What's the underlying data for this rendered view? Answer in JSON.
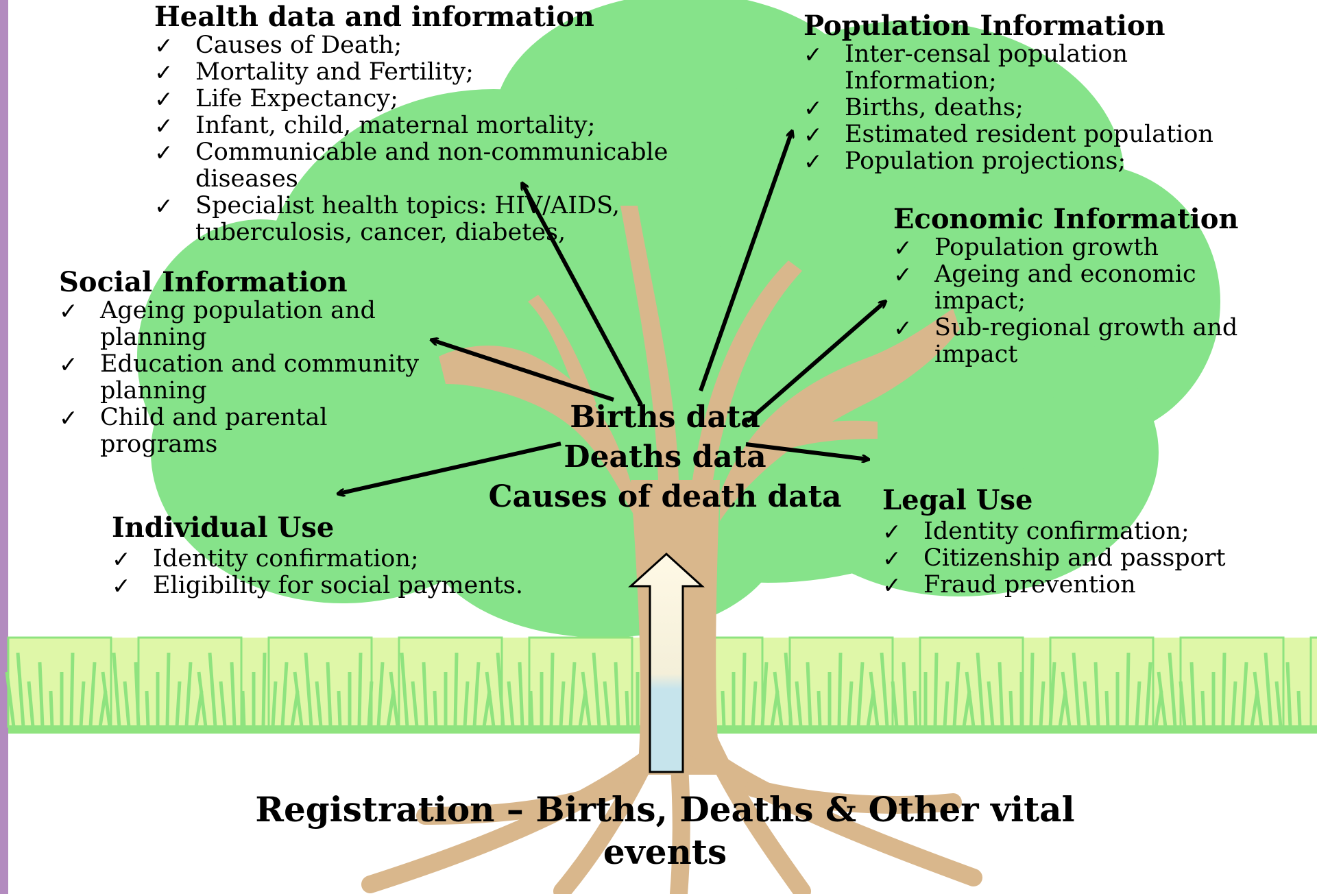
{
  "center": {
    "lines": [
      "Births data",
      "Deaths data",
      "Causes of death data"
    ]
  },
  "footer": {
    "title": "Registration – Births, Deaths & Other vital events"
  },
  "checkmark": "✓",
  "colors": {
    "foliage": "#86e38a",
    "trunk": "#d9b78c",
    "grass_light": "#dff7a8",
    "grass_green": "#8fe37f",
    "arrow_fill_top": "#fff9e6",
    "arrow_fill_bottom": "#c6e4ec"
  },
  "health": {
    "heading": "Health data and information",
    "items": [
      "Causes of Death;",
      "Mortality and Fertility;",
      "Life Expectancy;",
      "Infant, child, maternal mortality;",
      "Communicable and non-communicable diseases",
      "Specialist health topics: HIV/AIDS, tuberculosis, cancer, diabetes,"
    ]
  },
  "population": {
    "heading": "Population Information",
    "items": [
      "Inter-censal population Information;",
      "Births, deaths;",
      "Estimated resident population",
      "Population projections;"
    ]
  },
  "economic": {
    "heading": "Economic Information",
    "items": [
      "Population growth",
      "Ageing and economic impact;",
      "Sub-regional growth and impact"
    ]
  },
  "social": {
    "heading": "Social Information",
    "items": [
      "Ageing population and planning",
      "Education and community planning",
      "Child and parental programs"
    ]
  },
  "individual": {
    "heading": "Individual Use",
    "items": [
      "Identity confirmation;",
      "Eligibility for social payments."
    ]
  },
  "legal": {
    "heading": "Legal Use",
    "items": [
      "Identity confirmation;",
      "Citizenship and passport",
      "Fraud prevention"
    ]
  }
}
